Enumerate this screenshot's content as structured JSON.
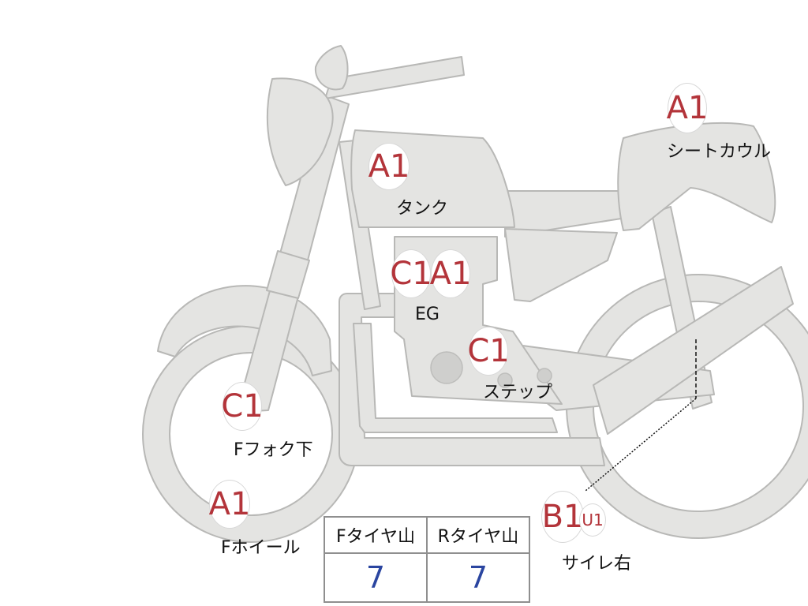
{
  "parts": [
    {
      "id": "tank",
      "grades": [
        "A1"
      ],
      "label": "タンク"
    },
    {
      "id": "seat-cowl",
      "grades": [
        "A1"
      ],
      "label": "シートカウル"
    },
    {
      "id": "engine",
      "grades": [
        "C1",
        "A1"
      ],
      "label": "EG"
    },
    {
      "id": "step",
      "grades": [
        "C1"
      ],
      "label": "ステップ"
    },
    {
      "id": "front-fork-lower",
      "grades": [
        "C1"
      ],
      "label": "Fフォク下"
    },
    {
      "id": "front-wheel",
      "grades": [
        "A1"
      ],
      "label": "Fホイール"
    },
    {
      "id": "muffler-right",
      "grades": [
        "B1",
        "U1"
      ],
      "label": "サイレ右"
    }
  ],
  "tire_table": {
    "headers": [
      "Fタイヤ山",
      "Rタイヤ山"
    ],
    "values": [
      "7",
      "7"
    ]
  },
  "colors": {
    "grade": "#b3343a",
    "tire_value": "#2a45a0",
    "bike_fill": "#e4e4e2",
    "bike_outline": "#b8b8b6"
  }
}
